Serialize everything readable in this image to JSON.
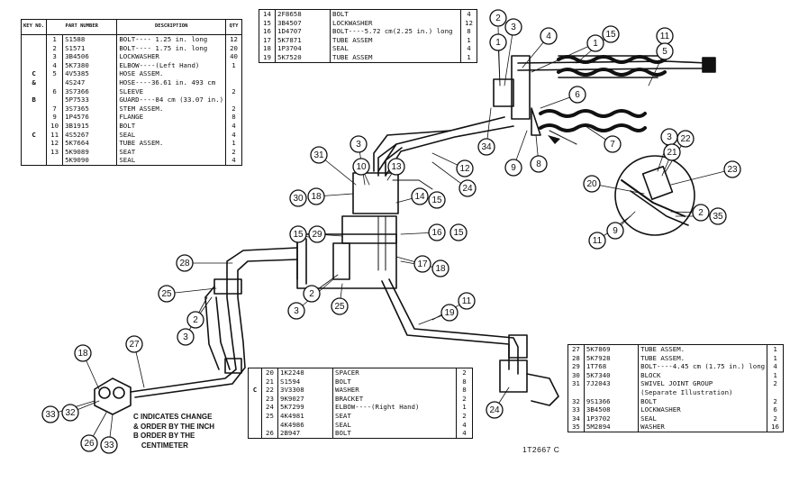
{
  "table1": {
    "headers": [
      "KEY NO.",
      "PART NUMBER",
      "DESCRIPTION",
      "QTY"
    ],
    "rows": [
      {
        "key": "",
        "ref": "1",
        "part": "S1588",
        "desc": "BOLT---- 1.25 in. long",
        "qty": "12"
      },
      {
        "key": "",
        "ref": "2",
        "part": "S1571",
        "desc": "BOLT---- 1.75 in. long",
        "qty": "20"
      },
      {
        "key": "",
        "ref": "3",
        "part": "3B4506",
        "desc": "LOCKWASHER",
        "qty": "40"
      },
      {
        "key": "",
        "ref": "4",
        "part": "5K7380",
        "desc": "ELBOW----(Left Hand)",
        "qty": "1"
      },
      {
        "key": "C",
        "ref": "5",
        "part": "4V5385",
        "desc": "HOSE ASSEM.",
        "qty": ""
      },
      {
        "key": "&",
        "ref": "",
        "part": "4S247",
        "desc": "HOSE----36.61 in. 493 cm",
        "qty": ""
      },
      {
        "key": "",
        "ref": "6",
        "part": "3S7366",
        "desc": "SLEEVE",
        "qty": "2"
      },
      {
        "key": "B",
        "ref": "",
        "part": "5P7533",
        "desc": "GUARD----84 cm (33.07 in.)",
        "qty": ""
      },
      {
        "key": "",
        "ref": "7",
        "part": "3S7365",
        "desc": "STEM ASSEM.",
        "qty": "2"
      },
      {
        "key": "",
        "ref": "9",
        "part": "1P4576",
        "desc": "FLANGE",
        "qty": "8"
      },
      {
        "key": "",
        "ref": "10",
        "part": "3B1915",
        "desc": "BOLT",
        "qty": "4"
      },
      {
        "key": "C",
        "ref": "11",
        "part": "4S5267",
        "desc": "SEAL",
        "qty": "4"
      },
      {
        "key": "",
        "ref": "12",
        "part": "5K7664",
        "desc": "TUBE ASSEM.",
        "qty": "1"
      },
      {
        "key": "",
        "ref": "13",
        "part": "5K9089",
        "desc": "SEAT",
        "qty": "2"
      },
      {
        "key": "",
        "ref": "",
        "part": "5K9090",
        "desc": "SEAL",
        "qty": "4"
      }
    ]
  },
  "table2": {
    "rows": [
      {
        "ref": "14",
        "part": "2F8658",
        "desc": "BOLT",
        "qty": "4"
      },
      {
        "ref": "15",
        "part": "3B4507",
        "desc": "LOCKWASHER",
        "qty": "12"
      },
      {
        "ref": "16",
        "part": "1D4707",
        "desc": "BOLT----5.72 cm(2.25 in.) long",
        "qty": "8"
      },
      {
        "ref": "17",
        "part": "5K7871",
        "desc": "TUBE ASSEM",
        "qty": "1"
      },
      {
        "ref": "18",
        "part": "1P3704",
        "desc": "SEAL",
        "qty": "4"
      },
      {
        "ref": "19",
        "part": "5K7520",
        "desc": "TUBE ASSEM",
        "qty": "1"
      }
    ]
  },
  "table3": {
    "rows": [
      {
        "key": "",
        "ref": "20",
        "part": "1K2248",
        "desc": "SPACER",
        "qty": "2"
      },
      {
        "key": "",
        "ref": "21",
        "part": "S1594",
        "desc": "BOLT",
        "qty": "8"
      },
      {
        "key": "C",
        "ref": "22",
        "part": "3V3308",
        "desc": "WASHER",
        "qty": "8"
      },
      {
        "key": "",
        "ref": "23",
        "part": "9K9027",
        "desc": "BRACKET",
        "qty": "2"
      },
      {
        "key": "",
        "ref": "24",
        "part": "5K7299",
        "desc": "ELBOW----(Right Hand)",
        "qty": "1"
      },
      {
        "key": "",
        "ref": "25",
        "part": "4K4981",
        "desc": "SEAT",
        "qty": "2"
      },
      {
        "key": "",
        "ref": "",
        "part": "4K4986",
        "desc": "SEAL",
        "qty": "4"
      },
      {
        "key": "",
        "ref": "26",
        "part": "2B947",
        "desc": "BOLT",
        "qty": "4"
      }
    ]
  },
  "table4": {
    "rows": [
      {
        "ref": "27",
        "part": "5K7869",
        "desc": "TUBE ASSEM.",
        "qty": "1"
      },
      {
        "ref": "28",
        "part": "5K7928",
        "desc": "TUBE ASSEM.",
        "qty": "1"
      },
      {
        "ref": "29",
        "part": "1T768",
        "desc": "BOLT----4.45 cm (1.75 in.) long",
        "qty": "4"
      },
      {
        "ref": "30",
        "part": "5K7340",
        "desc": "BLOCK",
        "qty": "1"
      },
      {
        "ref": "31",
        "part": "7J2043",
        "desc": "SWIVEL JOINT GROUP",
        "qty": "2"
      },
      {
        "ref": "",
        "part": "",
        "desc": "(Separate Illustration)",
        "qty": ""
      },
      {
        "ref": "32",
        "part": "9S1366",
        "desc": "BOLT",
        "qty": "2"
      },
      {
        "ref": "33",
        "part": "3B4508",
        "desc": "LOCKWASHER",
        "qty": "6"
      },
      {
        "ref": "34",
        "part": "1P3702",
        "desc": "SEAL",
        "qty": "2"
      },
      {
        "ref": "35",
        "part": "5M2894",
        "desc": "WASHER",
        "qty": "16"
      }
    ]
  },
  "legend": [
    "C  INDICATES CHANGE",
    "&  ORDER BY THE INCH",
    "B  ORDER BY THE",
    "    CENTIMETER"
  ],
  "figure_number": "1T2667   C",
  "callouts": [
    "2",
    "3",
    "1",
    "4",
    "15",
    "11",
    "5",
    "1",
    "6",
    "7",
    "34",
    "9",
    "8",
    "12",
    "24",
    "3",
    "31",
    "10",
    "13",
    "18",
    "30",
    "14",
    "15",
    "3",
    "22",
    "21",
    "23",
    "20",
    "2",
    "35",
    "11",
    "9",
    "15",
    "29",
    "16",
    "15",
    "17",
    "18",
    "28",
    "25",
    "2",
    "3",
    "25",
    "2",
    "3",
    "11",
    "19",
    "18",
    "27",
    "33",
    "32",
    "26",
    "33",
    "24"
  ]
}
